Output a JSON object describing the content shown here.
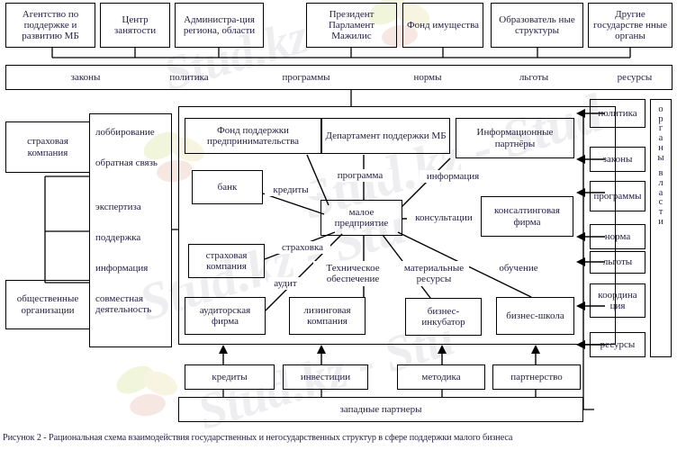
{
  "figure": {
    "caption": "Рисунок 2 - Рациональная схема взаимодействия государственных и негосударственных структур в сфере поддержки малого бизнеса",
    "watermark": "Stud.kz"
  },
  "top_row": {
    "boxes": [
      {
        "label": "Агентство по поддержке и развитию МБ"
      },
      {
        "label": "Центр занятости"
      },
      {
        "label": "Администра-ция региона, области"
      },
      {
        "label": "Президент Парламент Мажилис"
      },
      {
        "label": "Фонд имущества"
      },
      {
        "label": "Образователь ные структуры"
      },
      {
        "label": "Другие государстве нные органы"
      }
    ]
  },
  "instruments_bar": {
    "items": [
      "законы",
      "политика",
      "программы",
      "нормы",
      "льготы",
      "ресурсы"
    ]
  },
  "left_column": {
    "boxes": [
      {
        "label": "страховая компания"
      },
      {
        "label": "общественные организации"
      }
    ],
    "services": [
      "лоббирование",
      "обратная связь",
      "экспертиза",
      "поддержка",
      "информация",
      "совместная деятельность"
    ]
  },
  "center": {
    "hub": "малое предприятие",
    "nodes": [
      {
        "label": "Фонд поддержки предпринимательства"
      },
      {
        "label": "Департамент поддержки МБ"
      },
      {
        "label": "Информационные партнёры"
      },
      {
        "label": "банк"
      },
      {
        "label": "консалтинговая фирма"
      },
      {
        "label": "страховая компания"
      },
      {
        "label": "аудиторская фирма"
      },
      {
        "label": "лизинговая компания"
      },
      {
        "label": "бизнес-инкубатор"
      },
      {
        "label": "бизнес-школа"
      }
    ],
    "edge_labels": [
      "программа",
      "информация",
      "кредиты",
      "консультации",
      "страховка",
      "аудит",
      "Техническое обеспечение",
      "материальные ресурсы",
      "обучение"
    ]
  },
  "right_column": {
    "vertical_label": "органы власти",
    "boxes": [
      {
        "label": "политика"
      },
      {
        "label": "законы"
      },
      {
        "label": "программы"
      },
      {
        "label": "норма"
      },
      {
        "label": "льготы"
      },
      {
        "label": "координа ция"
      },
      {
        "label": "ресурсы"
      }
    ]
  },
  "bottom": {
    "boxes": [
      {
        "label": "кредиты"
      },
      {
        "label": "инвестиции"
      },
      {
        "label": "методика"
      },
      {
        "label": "партнерство"
      }
    ],
    "bar": "западные партнеры"
  }
}
